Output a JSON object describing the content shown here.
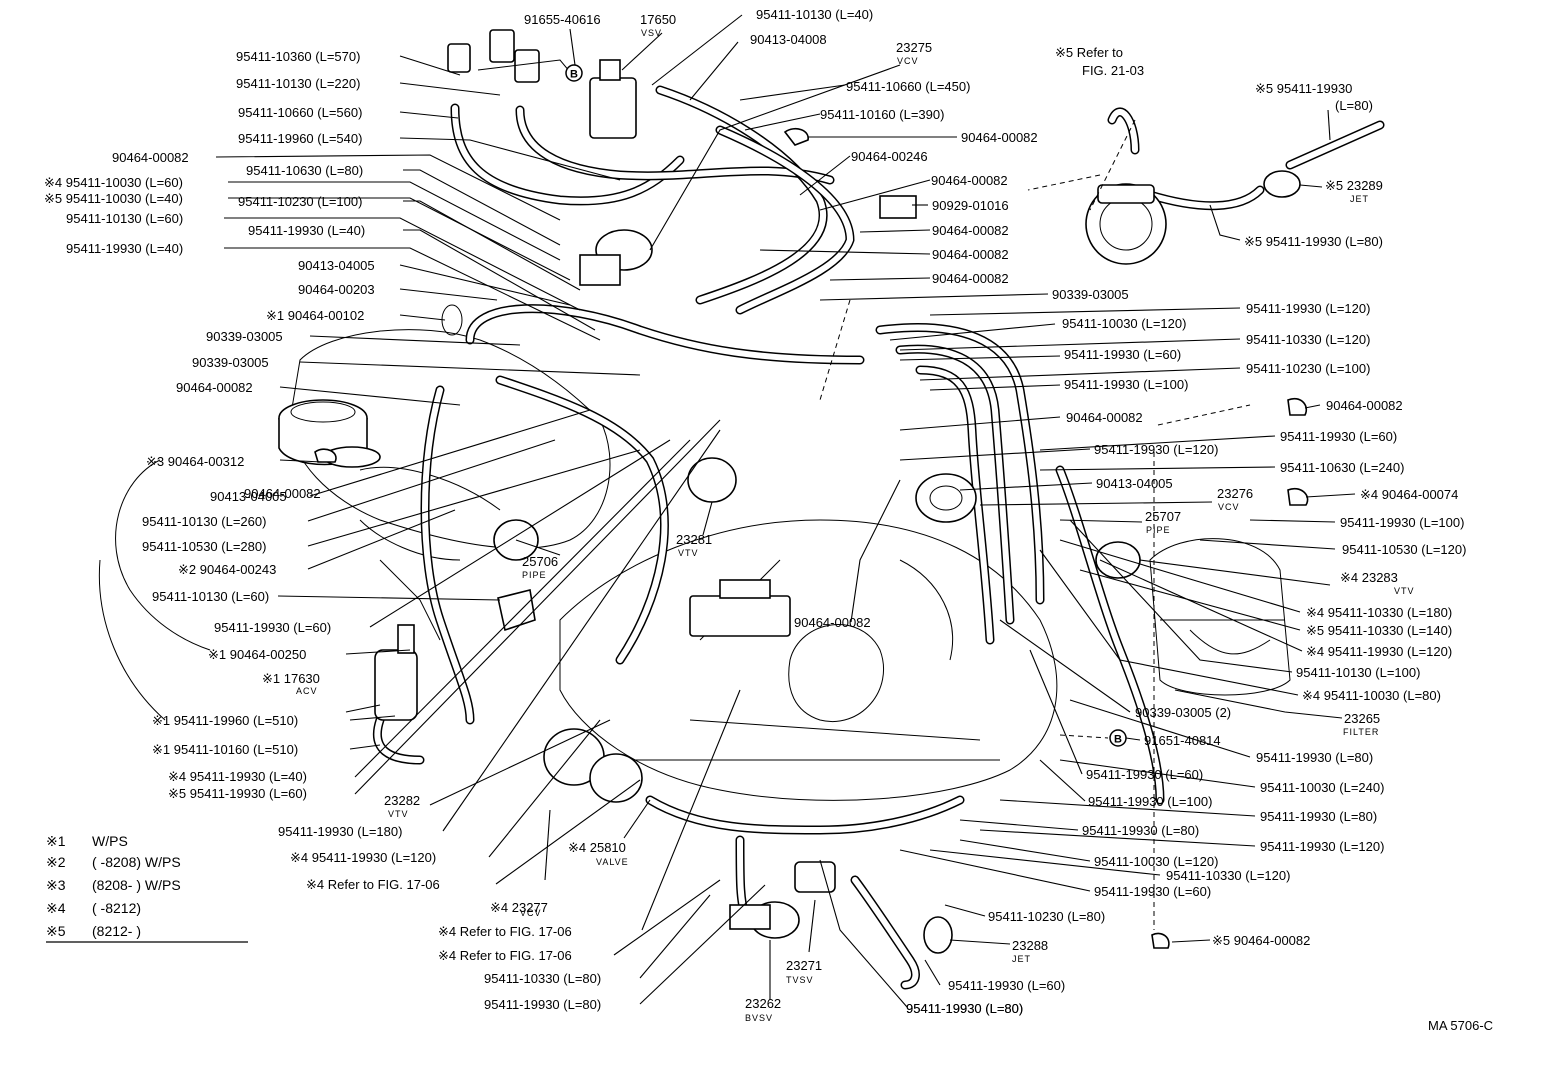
{
  "labels": [
    {
      "id": "l1",
      "text": "91655-40616"
    },
    {
      "id": "l2",
      "text": "17650"
    },
    {
      "id": "l3",
      "text": "VSV"
    },
    {
      "id": "l4",
      "text": "95411-10130 (L=40)"
    },
    {
      "id": "l5",
      "text": "90413-04008"
    },
    {
      "id": "l6",
      "text": "23275"
    },
    {
      "id": "l7",
      "text": "VCV"
    },
    {
      "id": "l8",
      "text": "95411-10360 (L=570)"
    },
    {
      "id": "l9",
      "text": "95411-10130 (L=220)"
    },
    {
      "id": "l10",
      "text": "95411-10660 (L=560)"
    },
    {
      "id": "l11",
      "text": "95411-19960 (L=540)"
    },
    {
      "id": "l12",
      "text": "90464-00082"
    },
    {
      "id": "l13",
      "text": "95411-10630 (L=80)"
    },
    {
      "id": "l14",
      "text": "※4 95411-10030 (L=60)"
    },
    {
      "id": "l15",
      "text": "※5 95411-10030 (L=40)"
    },
    {
      "id": "l16",
      "text": "95411-10230 (L=100)"
    },
    {
      "id": "l17",
      "text": "95411-10130 (L=60)"
    },
    {
      "id": "l18",
      "text": "95411-19930 (L=40)"
    },
    {
      "id": "l19",
      "text": "95411-19930 (L=40)"
    },
    {
      "id": "l20",
      "text": "90413-04005"
    },
    {
      "id": "l21",
      "text": "90464-00203"
    },
    {
      "id": "l22",
      "text": "※1 90464-00102"
    },
    {
      "id": "l23",
      "text": "90339-03005"
    },
    {
      "id": "l24",
      "text": "90339-03005"
    },
    {
      "id": "l25",
      "text": "90464-00082"
    },
    {
      "id": "l26",
      "text": "※3 90464-00312"
    },
    {
      "id": "l27",
      "text": "90413-04005"
    },
    {
      "id": "l28",
      "text": "95411-10130 (L=260)"
    },
    {
      "id": "l29",
      "text": "95411-10530 (L=280)"
    },
    {
      "id": "l30",
      "text": "※2 90464-00243"
    },
    {
      "id": "l31",
      "text": "95411-10130 (L=60)"
    },
    {
      "id": "l32",
      "text": "95411-19930 (L=60)"
    },
    {
      "id": "l33",
      "text": "※1 90464-00250"
    },
    {
      "id": "l34",
      "text": "※1 17630"
    },
    {
      "id": "l35",
      "text": "ACV"
    },
    {
      "id": "l36",
      "text": "※1 95411-19960 (L=510)"
    },
    {
      "id": "l37",
      "text": "※1 95411-10160 (L=510)"
    },
    {
      "id": "l38",
      "text": "※4 95411-19930 (L=40)"
    },
    {
      "id": "l39",
      "text": "※5 95411-19930 (L=60)"
    },
    {
      "id": "l40",
      "text": "23282"
    },
    {
      "id": "l41",
      "text": "VTV"
    },
    {
      "id": "l42",
      "text": "95411-19930 (L=180)"
    },
    {
      "id": "l43",
      "text": "※4 95411-19930 (L=120)"
    },
    {
      "id": "l44",
      "text": "※4 Refer to FIG. 17-06"
    },
    {
      "id": "l45",
      "text": "※4 23277"
    },
    {
      "id": "l46",
      "text": "VCV"
    },
    {
      "id": "l47",
      "text": "※4 Refer to FIG. 17-06"
    },
    {
      "id": "l48",
      "text": "※4 Refer to FIG. 17-06"
    },
    {
      "id": "l49",
      "text": "95411-10330 (L=80)"
    },
    {
      "id": "l50",
      "text": "95411-19930 (L=80)"
    },
    {
      "id": "l51",
      "text": "23262"
    },
    {
      "id": "l52",
      "text": "BVSV"
    },
    {
      "id": "l53",
      "text": "23271"
    },
    {
      "id": "l54",
      "text": "TVSV"
    },
    {
      "id": "l55",
      "text": "95411-19930 (L=80)"
    },
    {
      "id": "l56",
      "text": "※4 25810"
    },
    {
      "id": "l57",
      "text": "VALVE"
    },
    {
      "id": "l58",
      "text": "25706"
    },
    {
      "id": "l59",
      "text": "PIPE"
    },
    {
      "id": "l60",
      "text": "23281"
    },
    {
      "id": "l61",
      "text": "VTV"
    },
    {
      "id": "l62",
      "text": "90464-00082"
    },
    {
      "id": "l63",
      "text": "95411-10660 (L=450)"
    },
    {
      "id": "l64",
      "text": "95411-10160 (L=390)"
    },
    {
      "id": "l65",
      "text": "90464-00082"
    },
    {
      "id": "l66",
      "text": "90464-00246"
    },
    {
      "id": "l67",
      "text": "90464-00082"
    },
    {
      "id": "l68",
      "text": "90929-01016"
    },
    {
      "id": "l69",
      "text": "90464-00082"
    },
    {
      "id": "l70",
      "text": "90464-00082"
    },
    {
      "id": "l71",
      "text": "90464-00082"
    },
    {
      "id": "l72",
      "text": "90339-03005"
    },
    {
      "id": "l73",
      "text": "※5 Refer to"
    },
    {
      "id": "l74",
      "text": "FIG. 21-03"
    },
    {
      "id": "l75",
      "text": "※5 95411-19930"
    },
    {
      "id": "l76",
      "text": "(L=80)"
    },
    {
      "id": "l77",
      "text": "※5 23289"
    },
    {
      "id": "l78",
      "text": "JET"
    },
    {
      "id": "l79",
      "text": "※5 95411-19930 (L=80)"
    },
    {
      "id": "l80",
      "text": "95411-19930 (L=120)"
    },
    {
      "id": "l81",
      "text": "95411-10030 (L=120)"
    },
    {
      "id": "l82",
      "text": "95411-10330 (L=120)"
    },
    {
      "id": "l83",
      "text": "95411-19930 (L=60)"
    },
    {
      "id": "l84",
      "text": "95411-10230 (L=100)"
    },
    {
      "id": "l85",
      "text": "95411-19930 (L=100)"
    },
    {
      "id": "l86",
      "text": "90464-00082"
    },
    {
      "id": "l87",
      "text": "90464-00082"
    },
    {
      "id": "l88",
      "text": "95411-19930 (L=60)"
    },
    {
      "id": "l89",
      "text": "95411-19930 (L=120)"
    },
    {
      "id": "l90",
      "text": "95411-10630 (L=240)"
    },
    {
      "id": "l91",
      "text": "90413-04005"
    },
    {
      "id": "l92",
      "text": "23276"
    },
    {
      "id": "l93",
      "text": "VCV"
    },
    {
      "id": "l94",
      "text": "※4 90464-00074"
    },
    {
      "id": "l95",
      "text": "25707"
    },
    {
      "id": "l96",
      "text": "PIPE"
    },
    {
      "id": "l97",
      "text": "95411-19930 (L=100)"
    },
    {
      "id": "l98",
      "text": "95411-10530 (L=120)"
    },
    {
      "id": "l99",
      "text": "※4 23283"
    },
    {
      "id": "l100",
      "text": "VTV"
    },
    {
      "id": "l101",
      "text": "※4 95411-10330 (L=180)"
    },
    {
      "id": "l102",
      "text": "※5 95411-10330 (L=140)"
    },
    {
      "id": "l103",
      "text": "※4 95411-19930 (L=120)"
    },
    {
      "id": "l104",
      "text": "95411-10130 (L=100)"
    },
    {
      "id": "l105",
      "text": "※4 95411-10030 (L=80)"
    },
    {
      "id": "l106",
      "text": "90339-03005 (2)"
    },
    {
      "id": "l107",
      "text": "23265"
    },
    {
      "id": "l108",
      "text": "FILTER"
    },
    {
      "id": "l109",
      "text": "91651-40814"
    },
    {
      "id": "l110",
      "text": "95411-19930 (L=80)"
    },
    {
      "id": "l111",
      "text": "95411-19930 (L=60)"
    },
    {
      "id": "l112",
      "text": "95411-10030 (L=240)"
    },
    {
      "id": "l113",
      "text": "95411-19930 (L=100)"
    },
    {
      "id": "l114",
      "text": "95411-19930 (L=80)"
    },
    {
      "id": "l115",
      "text": "95411-19930 (L=80)"
    },
    {
      "id": "l116",
      "text": "95411-19930 (L=120)"
    },
    {
      "id": "l117",
      "text": "95411-10030 (L=120)"
    },
    {
      "id": "l118",
      "text": "95411-10330 (L=120)"
    },
    {
      "id": "l119",
      "text": "95411-19930 (L=60)"
    },
    {
      "id": "l120",
      "text": "95411-10230 (L=80)"
    },
    {
      "id": "l121",
      "text": "23288"
    },
    {
      "id": "l122",
      "text": "JET"
    },
    {
      "id": "l123",
      "text": "95411-19930 (L=60)"
    },
    {
      "id": "l124",
      "text": "※5 90464-00082"
    },
    {
      "id": "l125",
      "text": "90464-00082"
    },
    {
      "id": "l126",
      "text": "95411-19930 (L=80)"
    }
  ],
  "markers": [
    {
      "id": "m1",
      "text": "B"
    },
    {
      "id": "m2",
      "text": "B"
    }
  ],
  "legend": [
    {
      "key": "※1",
      "desc": "W/PS"
    },
    {
      "key": "※2",
      "desc": "(        -8208) W/PS"
    },
    {
      "key": "※3",
      "desc": "(8208-        ) W/PS"
    },
    {
      "key": "※4",
      "desc": "(        -8212)"
    },
    {
      "key": "※5",
      "desc": "(8212-        )"
    }
  ],
  "figure_code": "MA 5706-C"
}
